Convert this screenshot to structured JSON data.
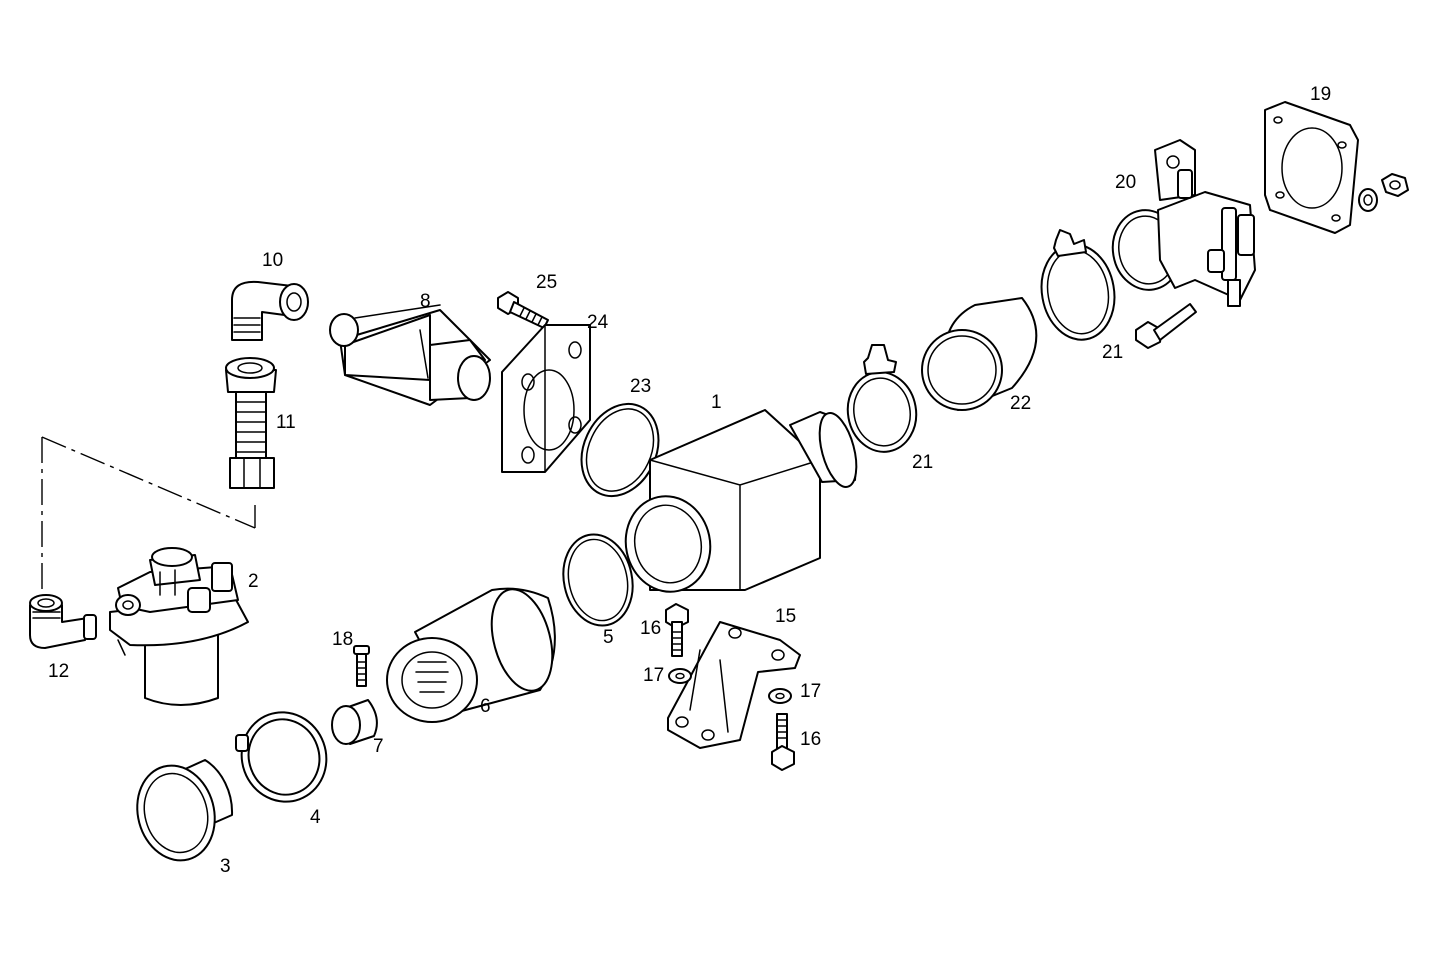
{
  "callouts": {
    "c1": "1",
    "c2": "2",
    "c3": "3",
    "c4": "4",
    "c5": "5",
    "c6": "6",
    "c7": "7",
    "c8": "8",
    "c10": "10",
    "c11": "11",
    "c12": "12",
    "c15": "15",
    "c16a": "16",
    "c16b": "16",
    "c17a": "17",
    "c17b": "17",
    "c18": "18",
    "c19": "19",
    "c20": "20",
    "c21a": "21",
    "c21b": "21",
    "c22": "22",
    "c23": "23",
    "c24": "24",
    "c25": "25"
  }
}
